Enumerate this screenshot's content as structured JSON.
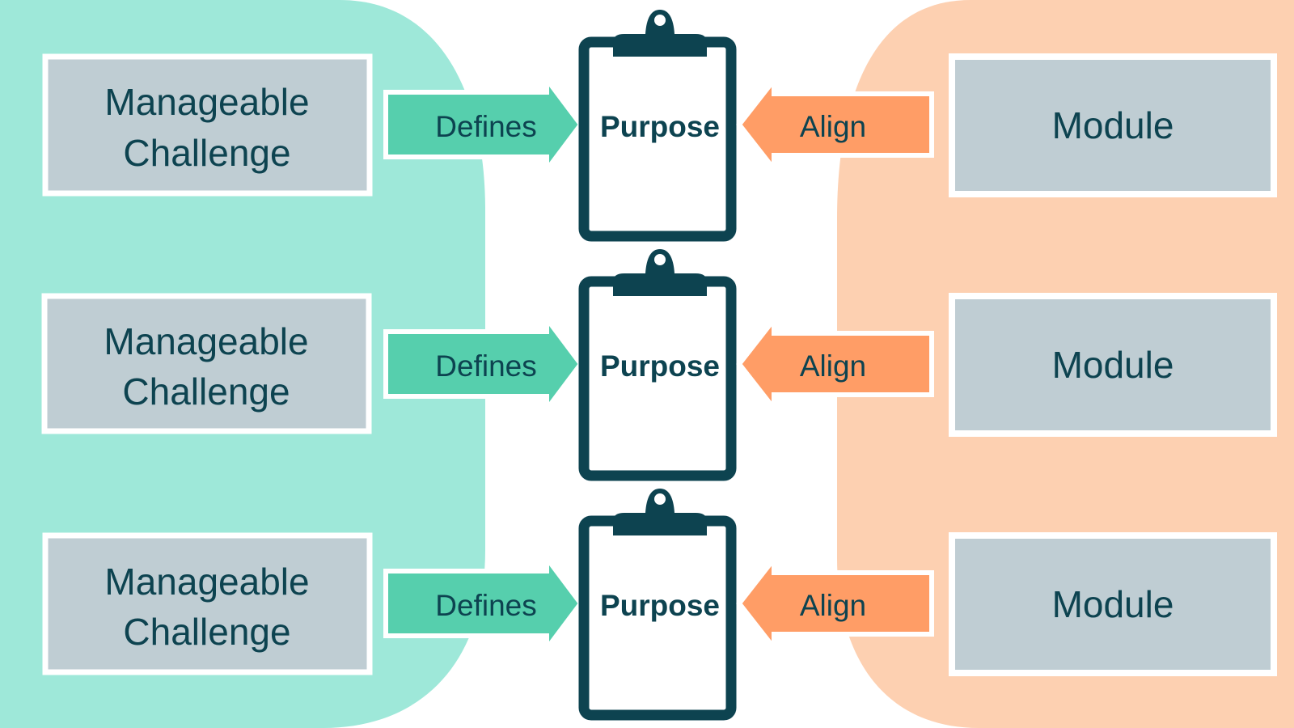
{
  "colors": {
    "left_panel": "#9ee8d9",
    "right_panel": "#fdd0b1",
    "box_fill": "#bfcdd3",
    "box_border": "#ffffff",
    "defines_arrow": "#56cfad",
    "align_arrow": "#ff9d66",
    "clipboard": "#0d4350",
    "text": "#0d4350"
  },
  "icons": {
    "clipboard": "clipboard-icon",
    "arrow_right": "arrow-right-icon",
    "arrow_left": "arrow-left-icon"
  },
  "rows": [
    {
      "challenge": {
        "line1": "Manageable",
        "line2": "Challenge"
      },
      "defines_label": "Defines",
      "purpose_label": "Purpose",
      "align_label": "Align",
      "module_label": "Module"
    },
    {
      "challenge": {
        "line1": "Manageable",
        "line2": "Challenge"
      },
      "defines_label": "Defines",
      "purpose_label": "Purpose",
      "align_label": "Align",
      "module_label": "Module"
    },
    {
      "challenge": {
        "line1": "Manageable",
        "line2": "Challenge"
      },
      "defines_label": "Defines",
      "purpose_label": "Purpose",
      "align_label": "Align",
      "module_label": "Module"
    }
  ]
}
